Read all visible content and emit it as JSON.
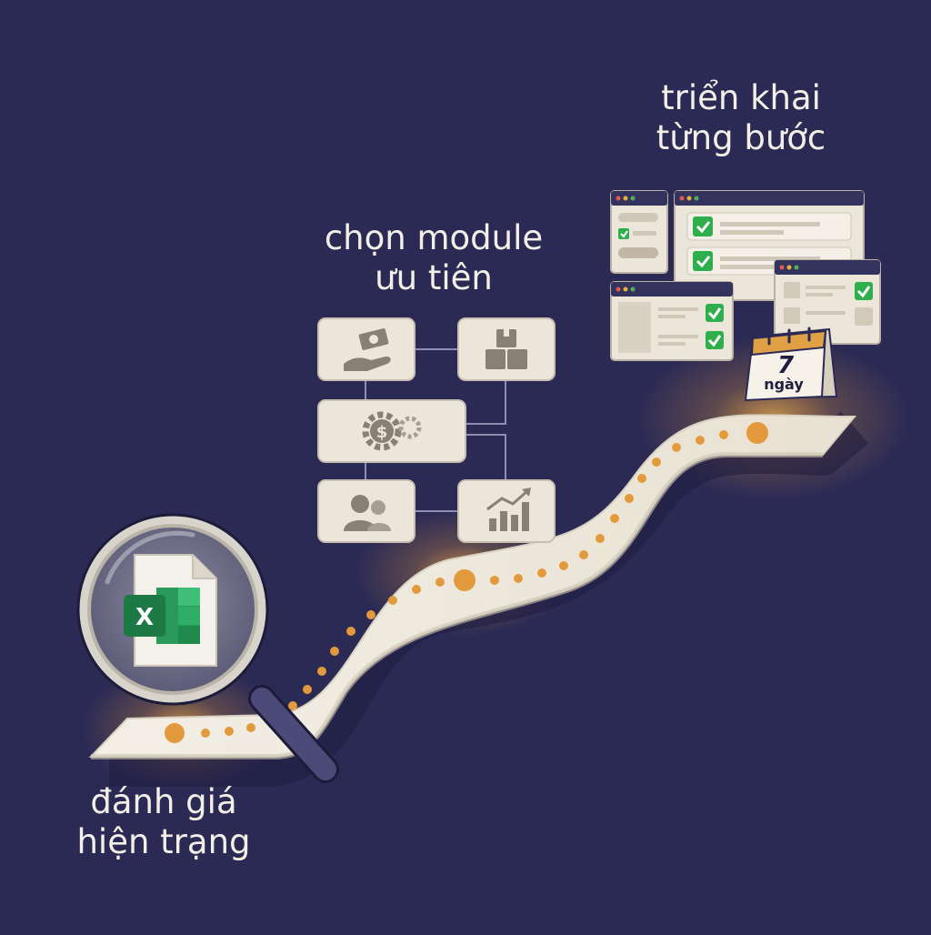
{
  "steps": {
    "assess": {
      "line1": "đánh giá",
      "line2": "hiện trạng",
      "file_icon_letter": "X",
      "icon": "spreadsheet-under-magnifier-icon"
    },
    "select": {
      "line1": "chọn module",
      "line2": "ưu tiên",
      "modules": [
        "payment-hand-icon",
        "inventory-boxes-icon",
        "settings-cost-gears-icon",
        "users-icon",
        "growth-chart-icon"
      ]
    },
    "deploy": {
      "line1": "triển khai",
      "line2": "từng bước",
      "calendar_number": "7",
      "calendar_unit": "ngày",
      "icon": "checklist-windows-icon"
    }
  },
  "colors": {
    "background": "#2b2a55",
    "path": "#f2ede2",
    "dot": "#e39a3c",
    "card": "#ece6da",
    "check": "#2fae4e",
    "excel_green": "#1d7a45"
  }
}
